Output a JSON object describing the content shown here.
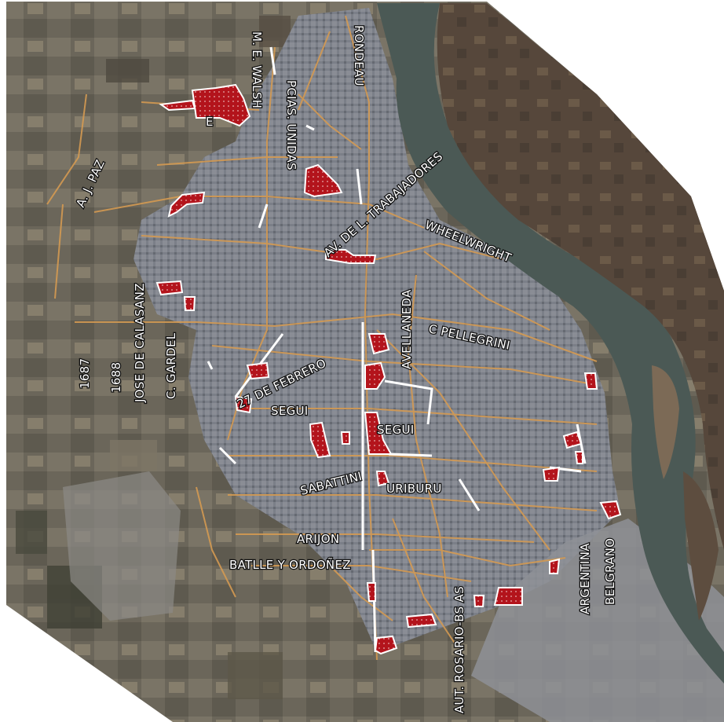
{
  "map": {
    "colors": {
      "fields": "#6f6a5c",
      "city": "#7d8088",
      "river": "#4c5a57",
      "island": "#5a4a3c",
      "roads": "#d49a52",
      "zones_fill": "#b3141c",
      "zones_outline": "#ffffff",
      "white_segments": "#ffffff"
    },
    "labels": {
      "m_e_walsh": "M. E. WALSH",
      "rondeau": "RONDEAU",
      "pcias_unidas": "PCIAS. UNIDAS",
      "a_j_paz": "A. J. PAZ",
      "av_trabajadores": "AV. DE L. TRABAJADORES",
      "wheelwright": "WHEELWRIGHT",
      "jose_de_calasanz": "JOSE DE CALASANZ",
      "avellaneda": "AVELLANEDA",
      "c_pellegrini": "C PELLEGRINI",
      "c_gardel": "C. GARDEL",
      "n1687": "1687",
      "n1688": "1688",
      "veintisiete_febrero": "27 DE FEBRERO",
      "segui_west": "SEGUI",
      "segui_east": "SEGUI",
      "sabattini": "SABATTINI",
      "uriburu": "URIBURU",
      "arijon": "ARIJON",
      "batlle": "BATLLE Y ORDOÑEZ",
      "aut_rosario": "AUT. ROSARIO-BS AS",
      "argentina": "ARGENTINA",
      "belgrano": "BELGRANO",
      "zone_top": "E"
    }
  }
}
